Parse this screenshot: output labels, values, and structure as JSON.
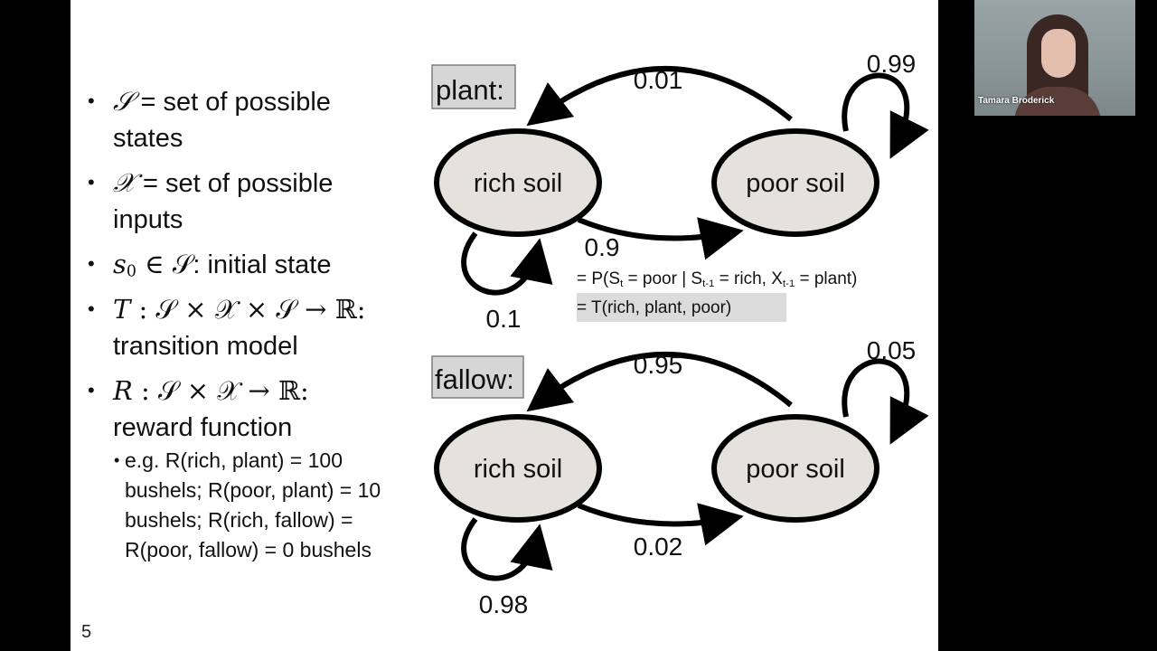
{
  "slide_number": "5",
  "bullets": [
    {
      "sym": "𝒮",
      "line1_rest": " = set of possible",
      "line2": "states"
    },
    {
      "sym": "𝒳",
      "line1_rest": " = set of possible",
      "line2": "inputs"
    },
    {
      "sym": "s",
      "sub": "0",
      "rest": " ∈ 𝒮",
      "tail": ": initial state"
    },
    {
      "sym": "T",
      "expr": " : 𝒮 × 𝒳 × 𝒮 → ℝ:",
      "line2": "transition model"
    },
    {
      "sym": "R",
      "expr": " : 𝒮 × 𝒳 → ℝ:",
      "line2": "reward function"
    }
  ],
  "sub_bullet": {
    "line1": "e.g. R(rich, plant) = 100",
    "line2": "bushels; R(poor, plant) = 10",
    "line3": "bushels; R(rich, fallow) =",
    "line4": "R(poor, fallow) = 0 bushels"
  },
  "diagrams": {
    "plant": {
      "label": "plant:",
      "state_rich": "rich soil",
      "state_poor": "poor soil",
      "p_poor_to_rich": "0.01",
      "p_poor_self": "0.99",
      "p_rich_to_poor": "0.9",
      "p_rich_self": "0.1"
    },
    "fallow": {
      "label": "fallow:",
      "state_rich": "rich soil",
      "state_poor": "poor soil",
      "p_poor_to_rich": "0.95",
      "p_poor_self": "0.05",
      "p_rich_to_poor": "0.02",
      "p_rich_self": "0.98"
    }
  },
  "equation": {
    "line1_a": "= P(S",
    "line1_sub1": "t",
    "line1_b": " = poor | S",
    "line1_sub2": "t-1",
    "line1_c": " = rich, X",
    "line1_sub3": "t-1",
    "line1_d": " = plant)",
    "line2": "= T(rich, plant, poor)"
  },
  "webcam": {
    "participant_name": "Tamara Broderick"
  },
  "colors": {
    "state_fill": "#e5e2de",
    "label_fill": "#d6d6d6",
    "background": "#000000"
  }
}
